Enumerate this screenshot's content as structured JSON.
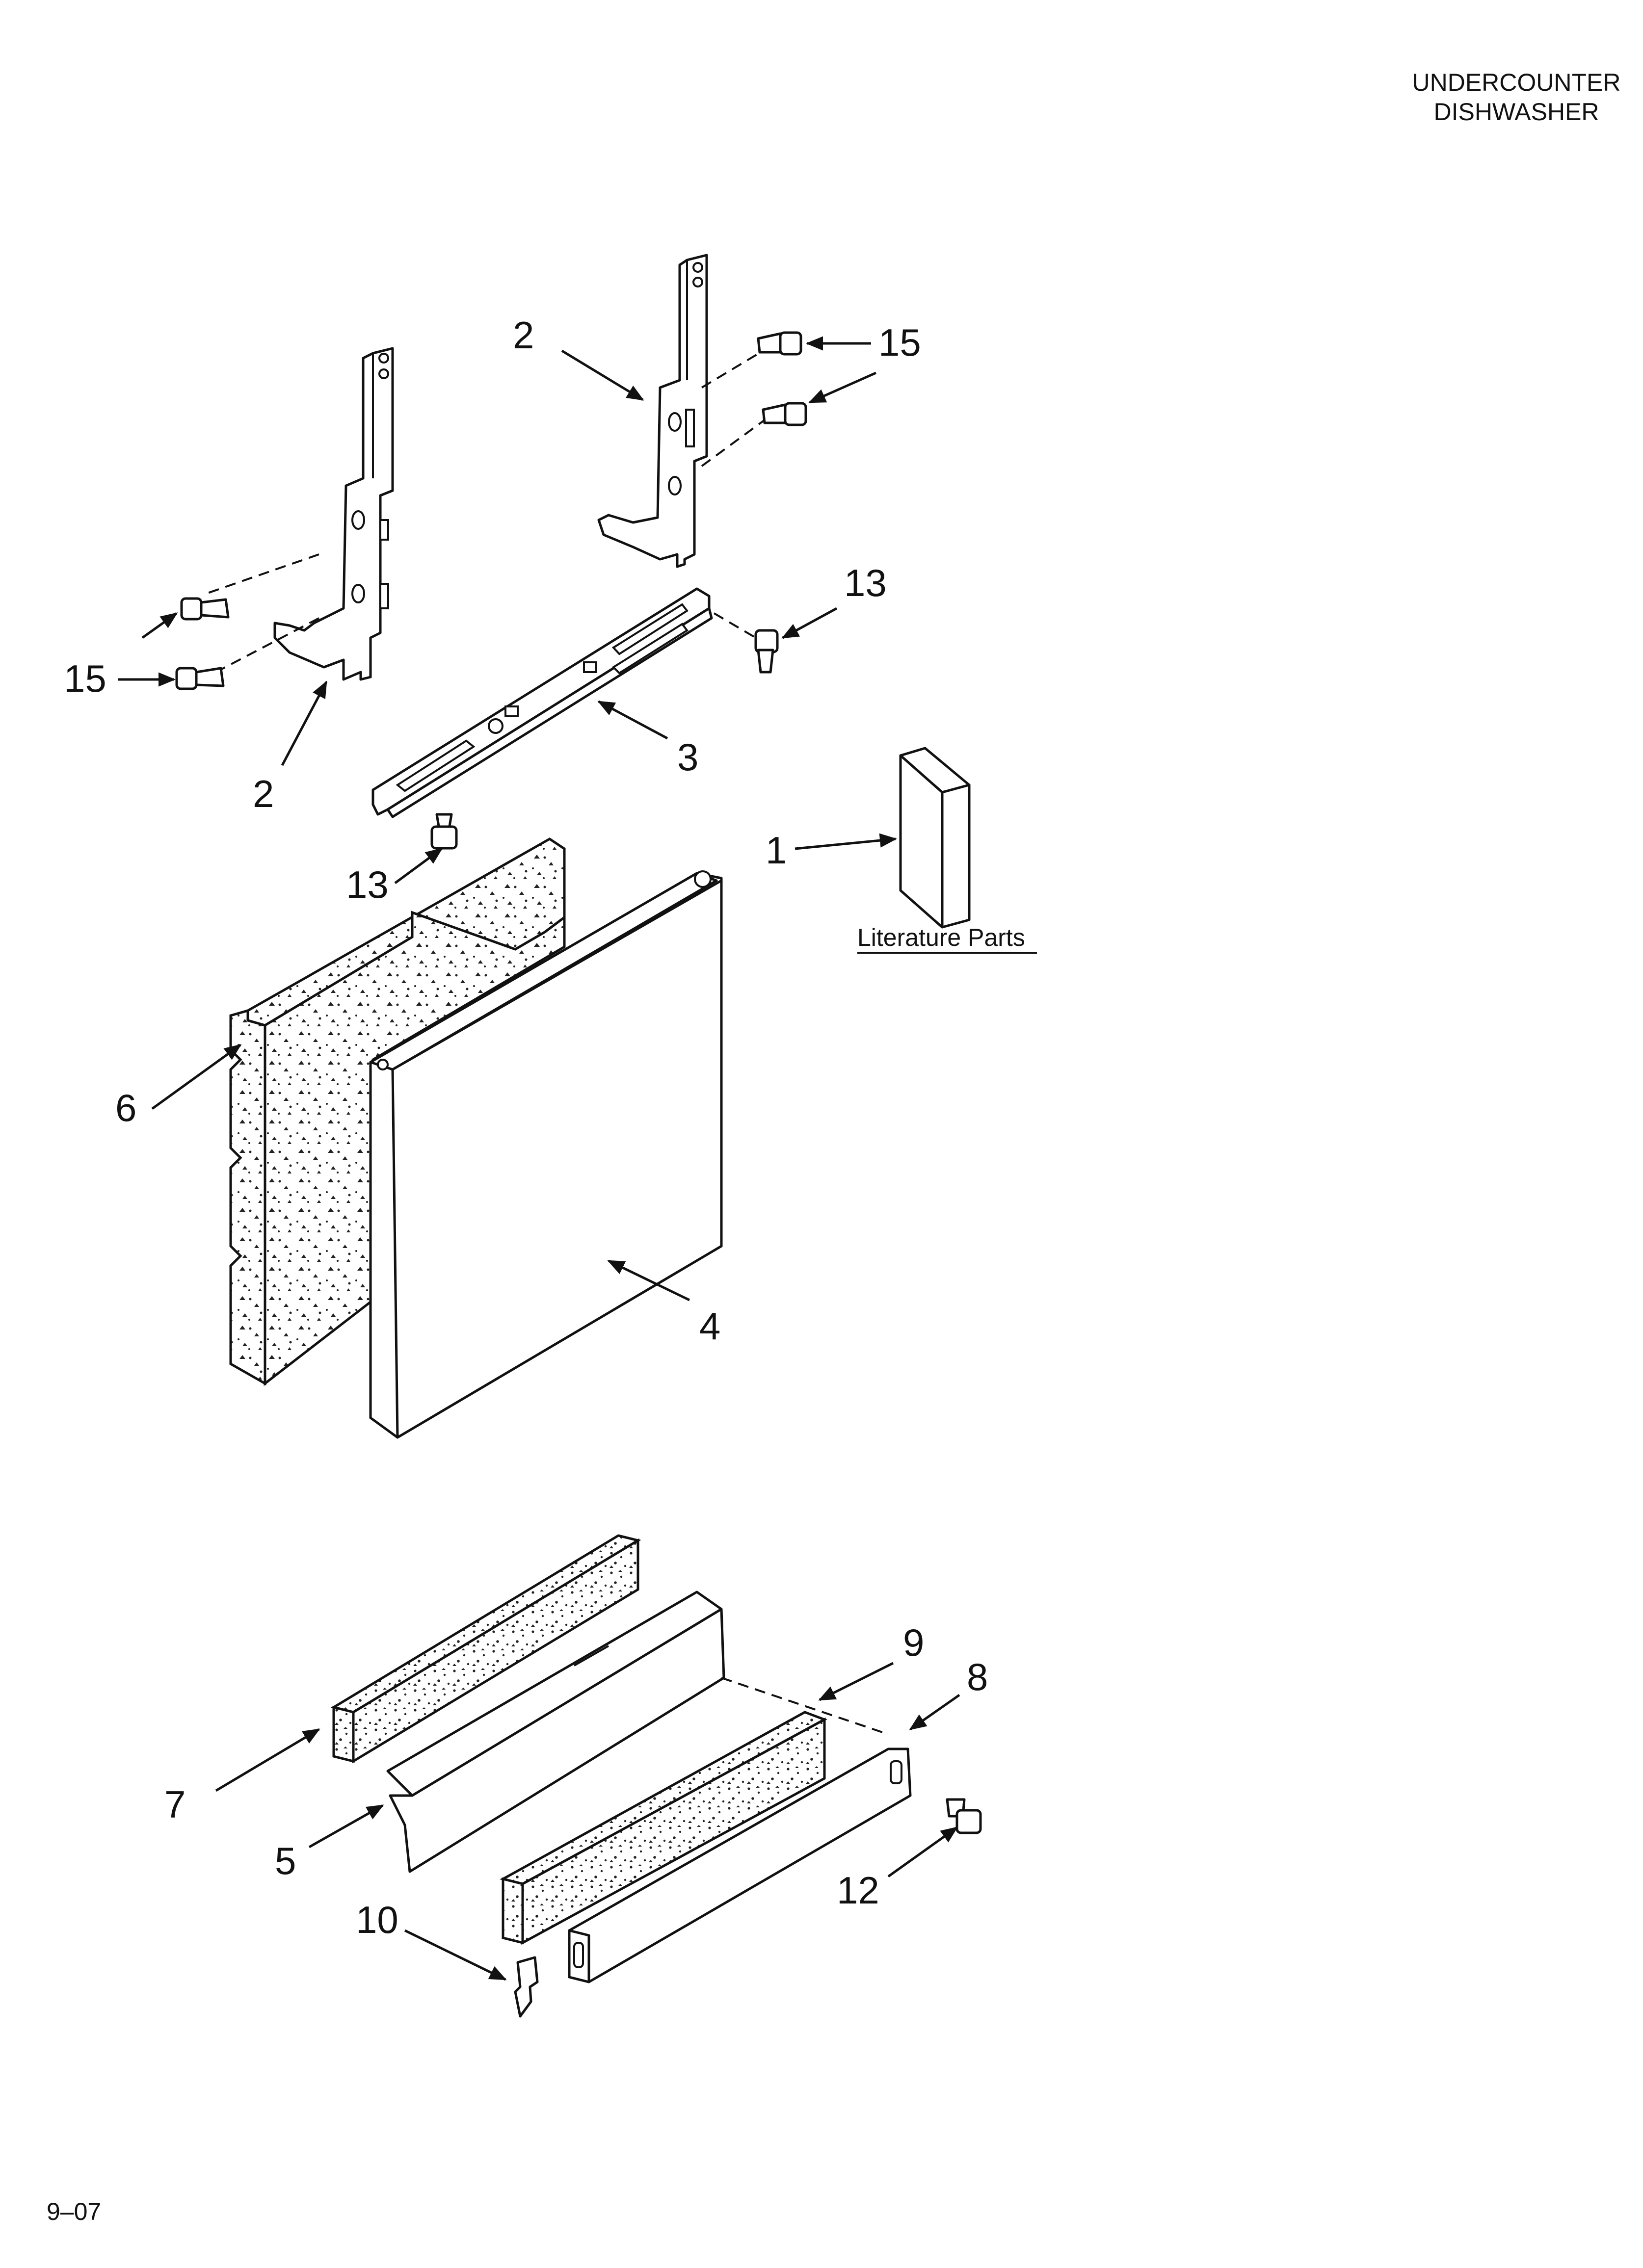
{
  "header": {
    "line1": "UNDERCOUNTER",
    "line2": "DISHWASHER"
  },
  "footer": {
    "code": "9–07"
  },
  "literature": {
    "label": "Literature Parts"
  },
  "callouts": {
    "c1": "1",
    "c2a": "2",
    "c2b": "2",
    "c3": "3",
    "c4": "4",
    "c5": "5",
    "c6": "6",
    "c7": "7",
    "c8": "8",
    "c9": "9",
    "c10": "10",
    "c12": "12",
    "c13a": "13",
    "c13b": "13",
    "c15a": "15",
    "c15b": "15"
  }
}
